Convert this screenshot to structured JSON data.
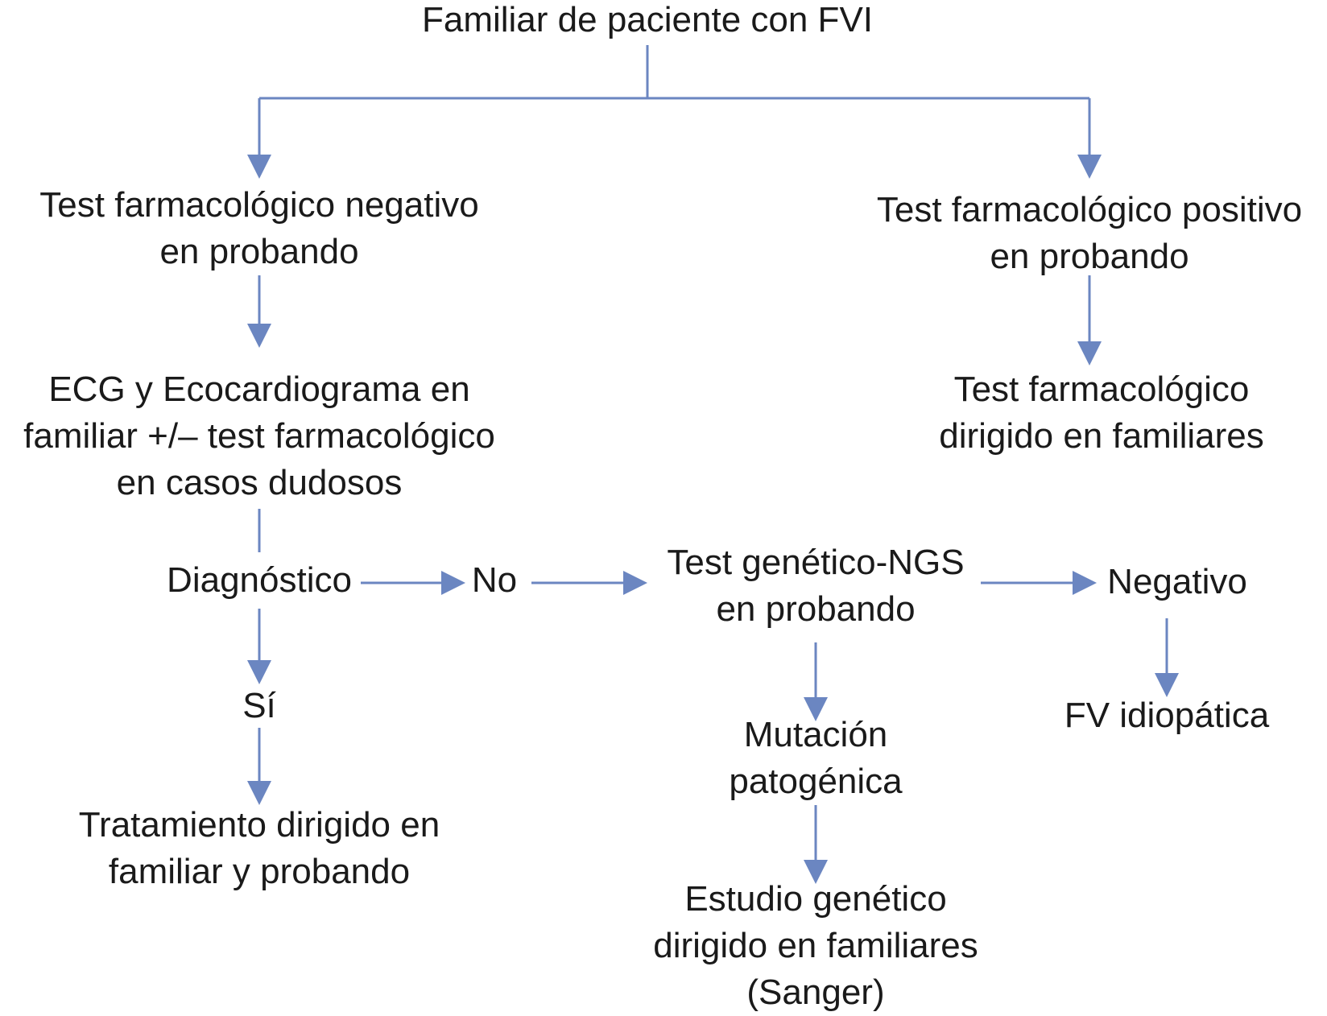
{
  "colors": {
    "arrow": "#6b86c1",
    "text": "#1a1a1a",
    "background": "#ffffff"
  },
  "nodes": {
    "root": {
      "lines": [
        "Familiar de paciente con FVI"
      ]
    },
    "neg_test": {
      "lines": [
        "Test farmacológico negativo",
        "en probando"
      ]
    },
    "pos_test": {
      "lines": [
        "Test farmacológico positivo",
        "en probando"
      ]
    },
    "ecg": {
      "lines": [
        "ECG y Ecocardiograma en",
        "familiar +/– test farmacológico",
        "en casos dudosos"
      ]
    },
    "directed_pharm": {
      "lines": [
        "Test farmacológico",
        "dirigido en familiares"
      ]
    },
    "diagnostic": {
      "lines": [
        "Diagnóstico"
      ]
    },
    "no": {
      "lines": [
        "No"
      ]
    },
    "ngs": {
      "lines": [
        "Test genético-NGS",
        "en probando"
      ]
    },
    "negative": {
      "lines": [
        "Negativo"
      ]
    },
    "yes": {
      "lines": [
        "Sí"
      ]
    },
    "mutation": {
      "lines": [
        "Mutación",
        "patogénica"
      ]
    },
    "idiopathic": {
      "lines": [
        "FV idiopática"
      ]
    },
    "treatment": {
      "lines": [
        "Tratamiento dirigido en",
        "familiar y probando"
      ]
    },
    "genetic_study": {
      "lines": [
        "Estudio genético",
        "dirigido en familiares",
        "(Sanger)"
      ]
    }
  }
}
